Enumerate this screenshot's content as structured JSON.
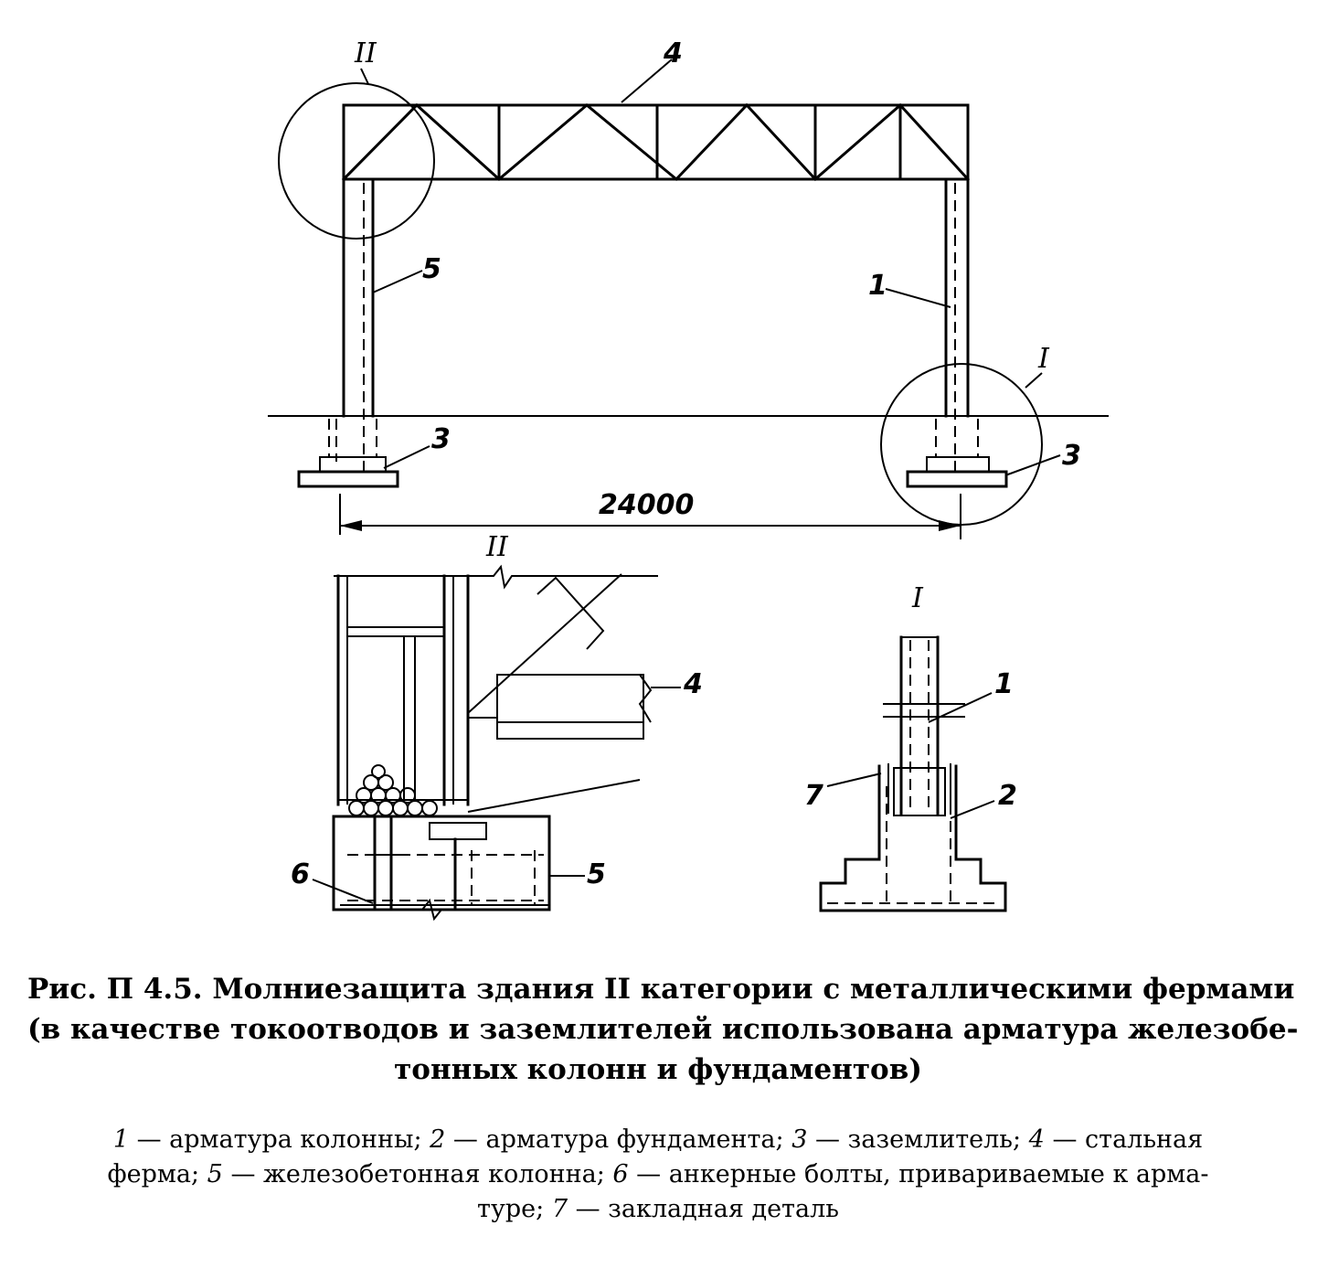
{
  "labels": {
    "detail_II": "II",
    "detail_I": "I",
    "n1": "1",
    "n2": "2",
    "n3": "3",
    "n4": "4",
    "n5": "5",
    "n6": "6",
    "n7": "7",
    "span": "24000"
  },
  "caption": {
    "line1": "Рис. П 4.5. Молниезащита здания II категории с металлическими фермами",
    "line2": "(в качестве токоотводов и заземлителей использована арматура железобе-",
    "line3": "тонных колонн и фундаментов)"
  },
  "legend": {
    "k1": "1",
    "t1": " — арматура колонны; ",
    "k2": "2",
    "t2": " — арматура фундамента; ",
    "k3": "3",
    "t3": " — заземлитель; ",
    "k4": "4",
    "t4": " — стальная",
    "t4b": "ферма; ",
    "k5": "5",
    "t5": " — железобетонная колонна; ",
    "k6": "6",
    "t6": " — анкерные болты, привариваемые к арма-",
    "t6b": "туре; ",
    "k7": "7",
    "t7": " — закладная деталь"
  }
}
